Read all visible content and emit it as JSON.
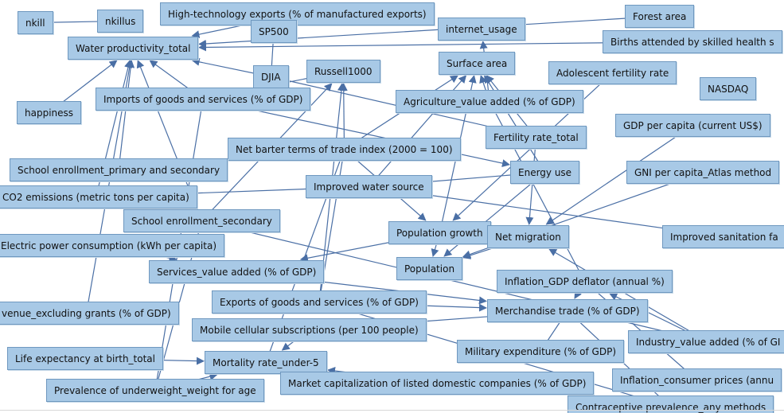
{
  "nodes": {
    "nkill": "nkill",
    "nkillus": "nkillus",
    "high_tech_exports": "High-technology exports (% of manufactured exports)",
    "forest_area": "Forest area",
    "sp500": "SP500",
    "internet_usage": "internet_usage",
    "births_attended": "Births attended by skilled health s",
    "water_productivity": "Water productivity_total",
    "surface_area": "Surface area",
    "adolescent_fertility": "Adolescent fertility rate",
    "djia": "DJIA",
    "russell1000": "Russell1000",
    "nasdaq": "NASDAQ",
    "happiness": "happiness",
    "imports": "Imports of goods and services (% of GDP)",
    "agriculture": "Agriculture_value added (% of GDP)",
    "gdp_per_capita": "GDP per capita (current US$)",
    "fertility_rate": "Fertility rate_total",
    "net_barter": "Net barter terms of trade index (2000 = 100)",
    "school_primary_secondary": "School enrollment_primary and secondary",
    "energy_use": "Energy use",
    "gni_per_capita": "GNI per capita_Atlas method",
    "co2": "CO2 emissions (metric tons per capita)",
    "improved_water": "Improved water source",
    "school_secondary": "School enrollment_secondary",
    "population_growth": "Population growth",
    "net_migration": "Net migration",
    "improved_sanitation": "Improved sanitation fa",
    "electric_power": "Electric power consumption (kWh per capita)",
    "services": "Services_value added (% of GDP)",
    "population": "Population",
    "inflation_gdp": "Inflation_GDP deflator (annual %)",
    "exports": "Exports of goods and services (% of GDP)",
    "merchandise_trade": "Merchandise trade (% of GDP)",
    "revenue": "venue_excluding grants (% of GDP)",
    "mobile": "Mobile cellular subscriptions (per 100 people)",
    "industry": "Industry_value added (% of GI",
    "military": "Military expenditure (% of GDP)",
    "life_expectancy": "Life expectancy at birth_total",
    "mortality": "Mortality rate_under-5",
    "inflation_consumer": "Inflation_consumer prices (annu",
    "market_cap": "Market capitalization of listed domestic companies (% of GDP)",
    "prevalence_underweight": "Prevalence of underweight_weight for age",
    "contraceptive": "Contraceptive prevalence_any methods"
  }
}
